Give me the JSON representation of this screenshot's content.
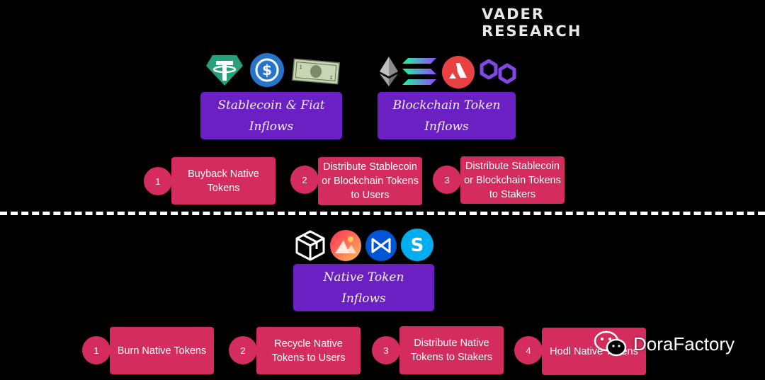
{
  "brand": "VADER RESEARCH",
  "top_inflows": [
    {
      "label_line1": "Stablecoin & Fiat",
      "label_line2": "Inflows",
      "icons": [
        "tether-icon",
        "usdc-icon",
        "dollar-bill-icon"
      ]
    },
    {
      "label_line1": "Blockchain Token",
      "label_line2": "Inflows",
      "icons": [
        "ethereum-icon",
        "solana-icon",
        "avalanche-icon",
        "polygon-icon"
      ]
    }
  ],
  "top_steps": [
    {
      "number": "1",
      "line1": "Buyback Native",
      "line2": "Tokens",
      "line3": ""
    },
    {
      "number": "2",
      "line1": "Distribute Stablecoin",
      "line2": "or Blockchain Tokens",
      "line3": "to Users"
    },
    {
      "number": "3",
      "line1": "Distribute Stablecoin",
      "line2": "or Blockchain Tokens",
      "line3": "to Stakers"
    }
  ],
  "native_inflow": {
    "label_line1": "Native Token",
    "label_line2": "Inflows",
    "icons": [
      "cube-token-icon",
      "decentraland-icon",
      "axie-icon",
      "sandbox-icon"
    ]
  },
  "bottom_steps": [
    {
      "number": "1",
      "line1": "Burn Native Tokens",
      "line2": ""
    },
    {
      "number": "2",
      "line1": "Recycle Native",
      "line2": "Tokens to Users"
    },
    {
      "number": "3",
      "line1": "Distribute Native",
      "line2": "Tokens to Stakers"
    },
    {
      "number": "4",
      "line1": "Hodl Native Tokens",
      "line2": ""
    }
  ],
  "watermark": "DoraFactory",
  "colors": {
    "inflow_box": "#6a20c2",
    "step_box": "#d42c5c",
    "background": "#000000"
  }
}
